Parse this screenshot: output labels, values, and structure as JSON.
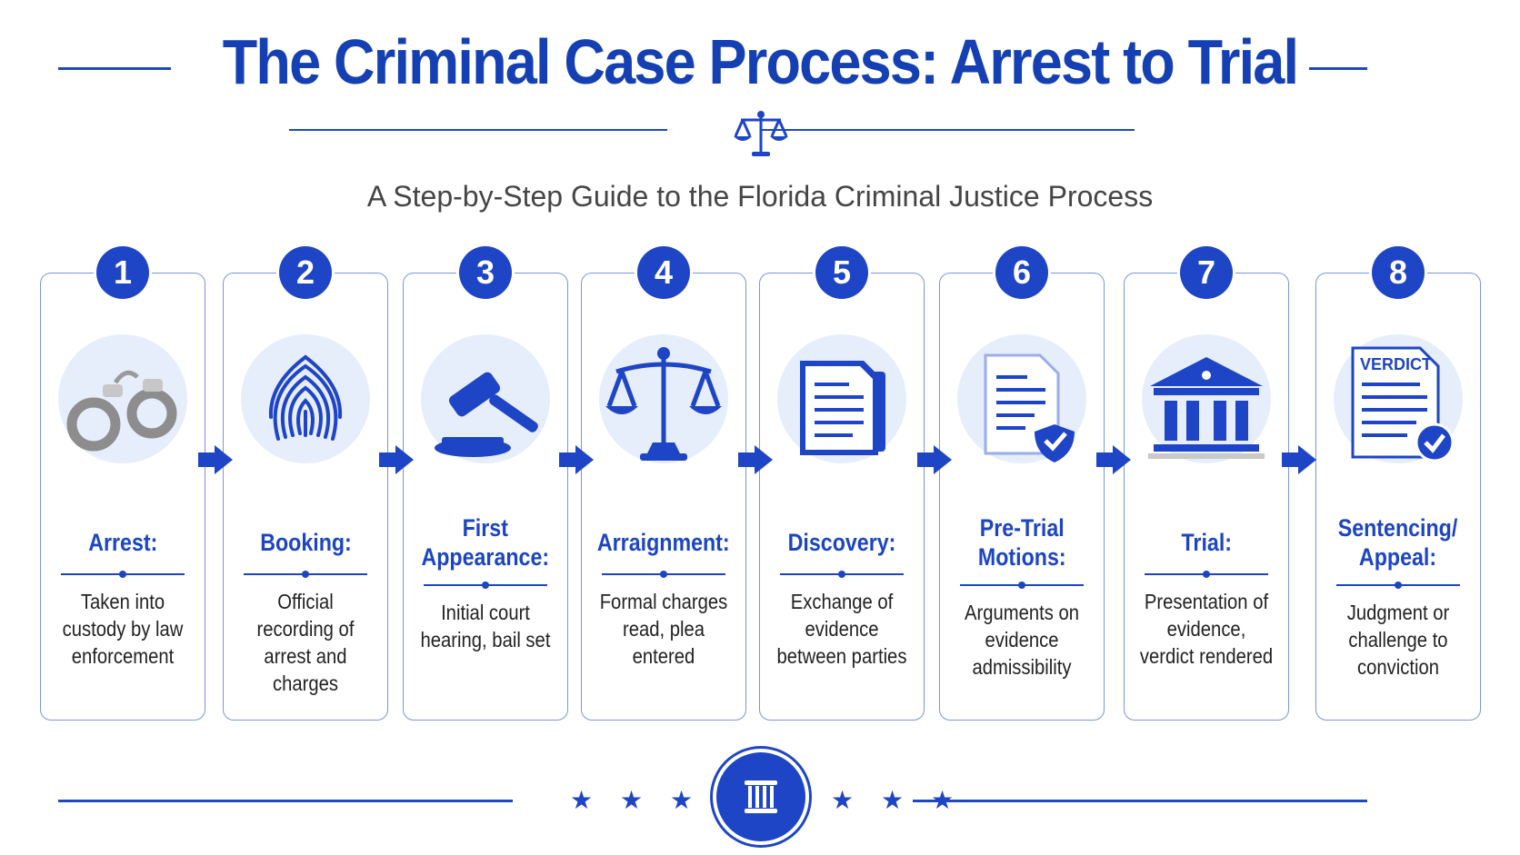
{
  "header": {
    "title": "The Criminal Case Process: Arrest to Trial",
    "subtitle": "A Step-by-Step Guide to the Florida Criminal Justice Process"
  },
  "colors": {
    "primary": "#1e45c6",
    "title": "#1440b3",
    "card_border": "#7a95dd",
    "icon_halo": "#e6edfb",
    "text": "#222222"
  },
  "steps": [
    {
      "number": "1",
      "label": "Arrest:",
      "description": "Taken into\ncustody by law\nenforcement",
      "icon": "handcuffs-icon"
    },
    {
      "number": "2",
      "label": "Booking:",
      "description": "Official\nrecording of\narrest and\ncharges",
      "icon": "fingerprint-icon"
    },
    {
      "number": "3",
      "label": "First\nAppearance:",
      "description": "Initial court\nhearing, bail set",
      "icon": "gavel-icon"
    },
    {
      "number": "4",
      "label": "Arraignment:",
      "description": "Formal charges\nread, plea\nentered",
      "icon": "scales-icon"
    },
    {
      "number": "5",
      "label": "Discovery:",
      "description": "Exchange of\nevidence\nbetween parties",
      "icon": "documents-icon"
    },
    {
      "number": "6",
      "label": "Pre-Trial\nMotions:",
      "description": "Arguments on\nevidence\nadmissibility",
      "icon": "document-shield-icon"
    },
    {
      "number": "7",
      "label": "Trial:",
      "description": "Presentation of\nevidence,\nverdict rendered",
      "icon": "courthouse-icon"
    },
    {
      "number": "8",
      "label": "Sentencing/\nAppeal:",
      "description": "Judgment or\nchallenge to\nconviction",
      "icon": "verdict-document-icon",
      "icon_text": "VERDICT"
    }
  ]
}
